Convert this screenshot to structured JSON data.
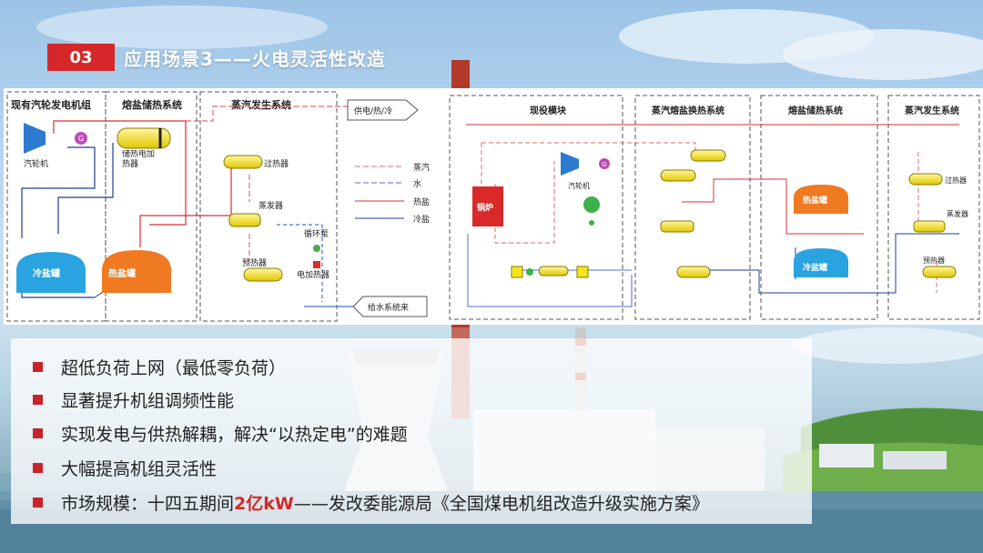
{
  "header": {
    "number": "03",
    "title": "应用场景3——火电灵活性改造"
  },
  "left_diagram": {
    "section1": "现有汽轮发电机组",
    "section2": "熔盐储热系统",
    "section3": "蒸汽发生系统",
    "turbine": "汽轮机",
    "gen_symbol": "G",
    "heater": "储热电加热器",
    "cold_tank": "冷盐罐",
    "hot_tank": "热盐罐",
    "superheater": "过热器",
    "evaporator": "蒸发器",
    "preheater": "预热器",
    "pump": "循环泵",
    "elec_heater": "电加热器",
    "supply_out": "供电/热/冷",
    "feedwater_in": "给水系统来",
    "legend": [
      "蒸汽",
      "水",
      "热盐",
      "冷盐"
    ]
  },
  "right_diagram": {
    "section1": "现役模块",
    "section2": "蒸汽熔盐换热系统",
    "section3": "熔盐储热系统",
    "section4": "蒸汽发生系统",
    "boiler": "锅炉",
    "turbine": "汽轮机",
    "gen_symbol": "G",
    "hot_tank": "热盐罐",
    "cold_tank": "冷盐罐",
    "superheater": "过热器",
    "evaporator": "蒸发器",
    "preheater": "预热器"
  },
  "bullets": [
    {
      "text": "超低负荷上网（最低零负荷）"
    },
    {
      "text": "显著提升机组调频性能"
    },
    {
      "text": "实现发电与供热解耦，解决“以热定电”的难题"
    },
    {
      "text": "大幅提高机组灵活性"
    },
    {
      "prefix": "市场规模：十四五期间",
      "highlight": "2亿kW",
      "suffix": "——发改委能源局《全国煤电机组改造升级实施方案》"
    }
  ],
  "colors": {
    "accent_red": "#d4282a",
    "steam": "#e06a6a",
    "water": "#4a6fd0",
    "hot_salt": "#d83030",
    "cold_salt": "#1f3f8f",
    "tank_cold": "#2aa4e0",
    "tank_hot": "#ef7a22",
    "exchanger": "#f5e61c"
  }
}
